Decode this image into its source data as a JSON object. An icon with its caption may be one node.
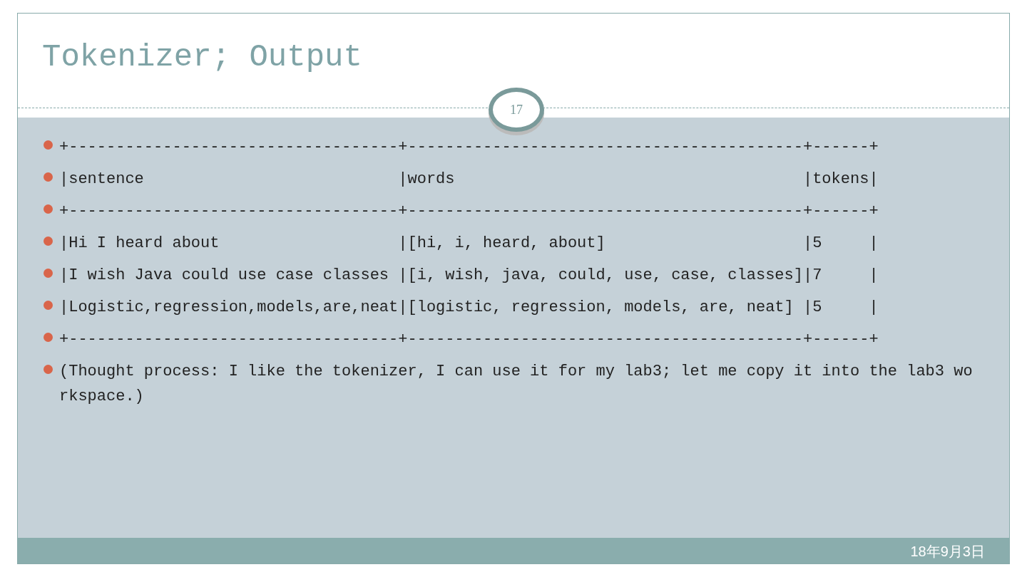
{
  "diagram": {
    "title": "Tokenizer; Output",
    "labels": [
      "17",
      "+-----------------------------------+------------------------------------------+------+",
      "|sentence                           |words                                     |tokens|",
      "+-----------------------------------+------------------------------------------+------+",
      "|Hi I heard about                   |[hi, i, heard, about]                     |5     |",
      "|I wish Java could use case classes |[i, wish, java, could, use, case, classes]|7     |",
      "|Logistic,regression,models,are,neat|[logistic, regression, models, are, neat] |5     |",
      "+-----------------------------------+------------------------------------------+------+",
      "(Thought process: I like the tokenizer, I can use it for my lab3; let me copy it into the lab3 workspace.)",
      "18年9月3日"
    ]
  }
}
